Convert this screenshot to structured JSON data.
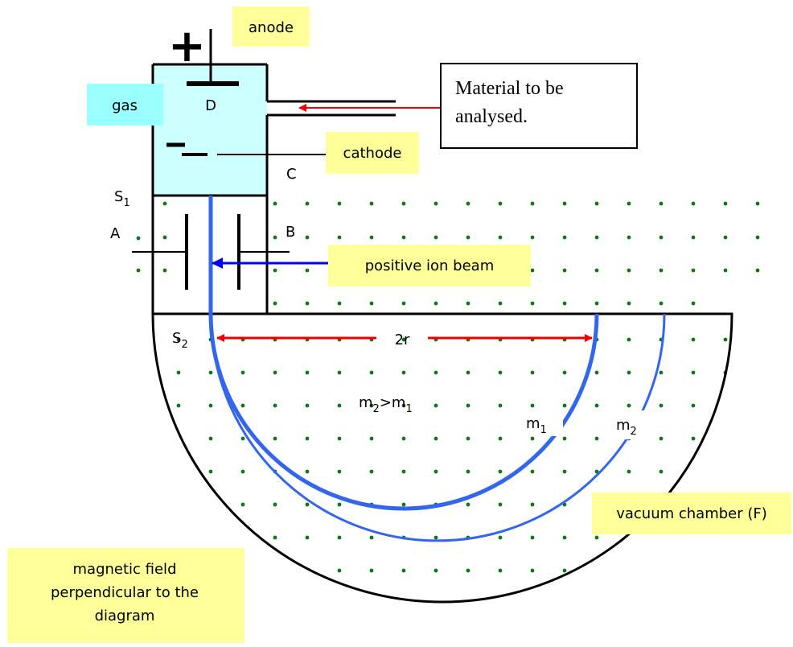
{
  "labels": {
    "plus": "+",
    "anode": "anode",
    "gas": "gas",
    "D": "D",
    "material_line1": "Material to be",
    "material_line2": "analysed.",
    "minus": "−",
    "cathode": "cathode",
    "C": "C",
    "S1_main": "S",
    "S1_sub": "1",
    "A": "A",
    "B": "B",
    "positive_ion_beam": "positive ion beam",
    "S2_main": "S",
    "S2_sub": "2",
    "two_r": "2r",
    "mass_compare_m2": "m",
    "mass_compare_m2_sub": "2",
    "mass_compare_gt": ">m",
    "mass_compare_m1_sub": "1",
    "m1_main": "m",
    "m1_sub": "1",
    "m2_main": "m",
    "m2_sub": "2",
    "vacuum_chamber": "vacuum chamber (F)",
    "magnetic_field_line1": "magnetic field",
    "magnetic_field_line2": "perpendicular to the",
    "magnetic_field_line3": "diagram"
  },
  "colors": {
    "label_bg": "#ffff99",
    "gas_bg": "#ccffff",
    "gas_label_bg": "#99ffff",
    "beam": "#3366ee",
    "arrow_red": "#ee0000",
    "arrow_blue": "#0000ee",
    "dots": "#117711"
  }
}
